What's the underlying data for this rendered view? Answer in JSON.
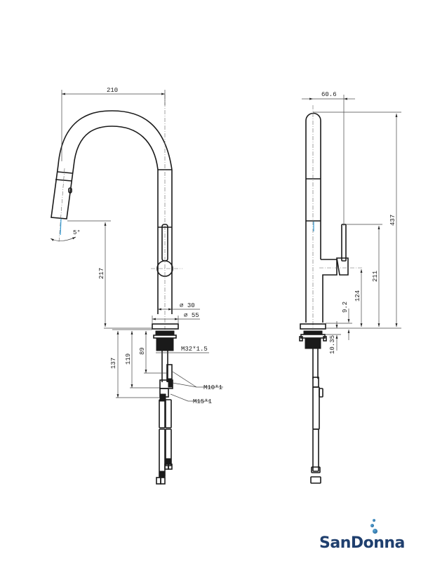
{
  "drawing": {
    "title": "Pull-down kitchen faucet technical drawing",
    "front_view": {
      "width_label": "210",
      "spout_height_label": "217",
      "spray_angle_label": "5°",
      "body_diameter_label": "∅ 30",
      "base_diameter_label": "∅ 55",
      "thread_label": "M32*1.5",
      "shank_label_89": "89",
      "shank_label_119": "119",
      "shank_label_137": "137",
      "connector_label_m10": "M10*1",
      "connector_label_m15": "M15*1"
    },
    "side_view": {
      "reach_label": "60.6",
      "total_height_label": "437",
      "handle_top_label": "211",
      "handle_axis_label": "124",
      "base_height_label": "9.2",
      "base_gap_label": "10.35"
    }
  },
  "brand": {
    "name": "SanDonna",
    "color": "#1f3f6e",
    "accent": "#2b7ab8"
  }
}
